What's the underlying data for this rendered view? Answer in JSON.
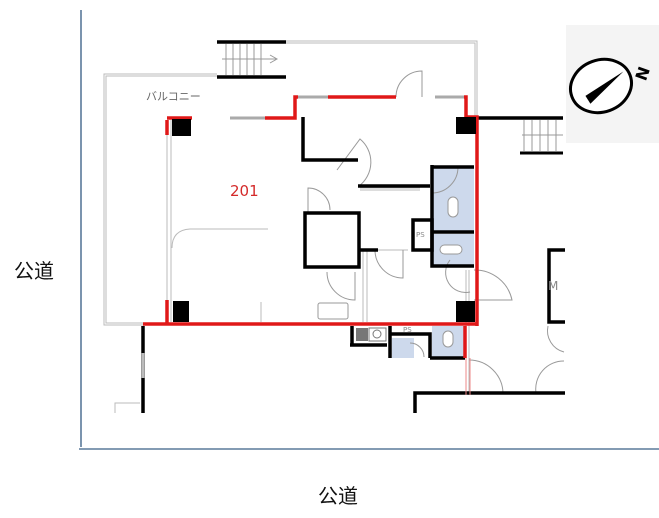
{
  "diagram": {
    "type": "floor-plan",
    "unit_label": "201",
    "balcony_label": "バルコニー",
    "roads": {
      "left": "公道",
      "bottom": "公道"
    },
    "small_labels": {
      "ps_upper": "PS",
      "ps_lower": "PS",
      "meter_box": "M"
    },
    "compass": {
      "icon": "north-arrow-icon",
      "label": "N"
    },
    "colors": {
      "unit_outline": "#e01818",
      "wall": "#000000",
      "thin_line": "#bbbbbb",
      "wet_area": "#cdd9ec",
      "road_line": "#5a7a9a",
      "unit_label": "#d42a2a",
      "balcony_label": "#666666"
    }
  }
}
